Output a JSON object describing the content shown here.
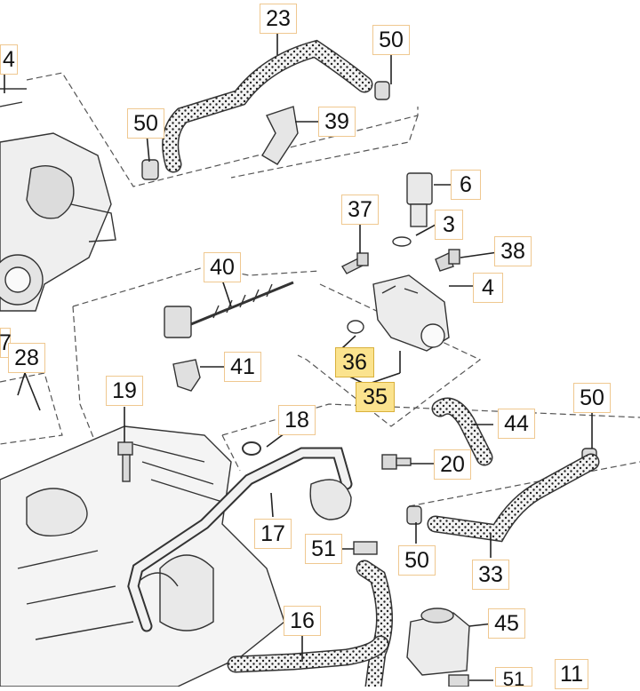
{
  "diagram": {
    "title": "Cooling system hose routing - exploded parts view",
    "highlight_color": "#fbe38e",
    "line_color": "#222222",
    "labels": [
      {
        "text": "23",
        "id": "23"
      },
      {
        "text": "50",
        "id": "50-top"
      },
      {
        "text": "4",
        "id": "4-topleft"
      },
      {
        "text": "50",
        "id": "50-left"
      },
      {
        "text": "39",
        "id": "39"
      },
      {
        "text": "6",
        "id": "6"
      },
      {
        "text": "37",
        "id": "37"
      },
      {
        "text": "3",
        "id": "3"
      },
      {
        "text": "38",
        "id": "38"
      },
      {
        "text": "40",
        "id": "40"
      },
      {
        "text": "4",
        "id": "4"
      },
      {
        "text": "7",
        "id": "7-left"
      },
      {
        "text": "28",
        "id": "28"
      },
      {
        "text": "36",
        "id": "36",
        "highlighted": true
      },
      {
        "text": "41",
        "id": "41"
      },
      {
        "text": "35",
        "id": "35",
        "highlighted": true
      },
      {
        "text": "19",
        "id": "19"
      },
      {
        "text": "18",
        "id": "18"
      },
      {
        "text": "44",
        "id": "44"
      },
      {
        "text": "50",
        "id": "50-right"
      },
      {
        "text": "20",
        "id": "20"
      },
      {
        "text": "17",
        "id": "17"
      },
      {
        "text": "51",
        "id": "51-mid"
      },
      {
        "text": "50",
        "id": "50-mid"
      },
      {
        "text": "33",
        "id": "33"
      },
      {
        "text": "16",
        "id": "16"
      },
      {
        "text": "45",
        "id": "45"
      },
      {
        "text": "11",
        "id": "11"
      },
      {
        "text": "51",
        "id": "51-bottom"
      }
    ]
  }
}
